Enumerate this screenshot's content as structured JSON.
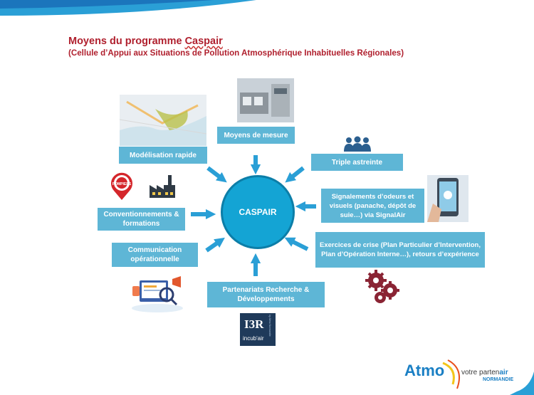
{
  "title": {
    "prefix": "Moyens du programme ",
    "keyword": "Caspair",
    "subtitle": "(Cellule d’Appui aux Situations de Pollution Atmosphérique Inhabituelles Régionales)"
  },
  "center": {
    "label": "CASPAIR"
  },
  "boxes": {
    "modelisation": "Modélisation rapide",
    "mesure": "Moyens de mesure",
    "astreinte": "Triple astreinte",
    "signalements": "Signalements d’odeurs et visuels (panache, dépôt de suie…) via SignalAir",
    "exercices": "Exercices de crise (Plan Particulier d’Intervention, Plan d’Opération Interne…), retours d’expérience",
    "conventionnements": "Conventionnements & formations",
    "communication": "Communication opérationnelle",
    "partenariats": "Partenariats Recherche & Développements"
  },
  "pompiers_label": "POMPIERS",
  "incubair": {
    "logo_text": "I3R",
    "label": "incub'air",
    "side": "by Atmo Normandie"
  },
  "brand": {
    "name": "Atmo",
    "tagline_prefix": "votre parten",
    "tagline_suffix": "air",
    "region": "NORMANDIE"
  },
  "icons": [
    "map-photo",
    "lab-photo",
    "people-icon",
    "phone-photo",
    "fire-badge-icon",
    "factory-icon",
    "gears-icon",
    "communication-illustration",
    "incubair-logo",
    "atmo-logo"
  ],
  "colors": {
    "box": "#5eb6d6",
    "circle": "#14a4d4",
    "title": "#b0202e",
    "gears": "#8a2434",
    "brand": "#1a7fc4"
  }
}
